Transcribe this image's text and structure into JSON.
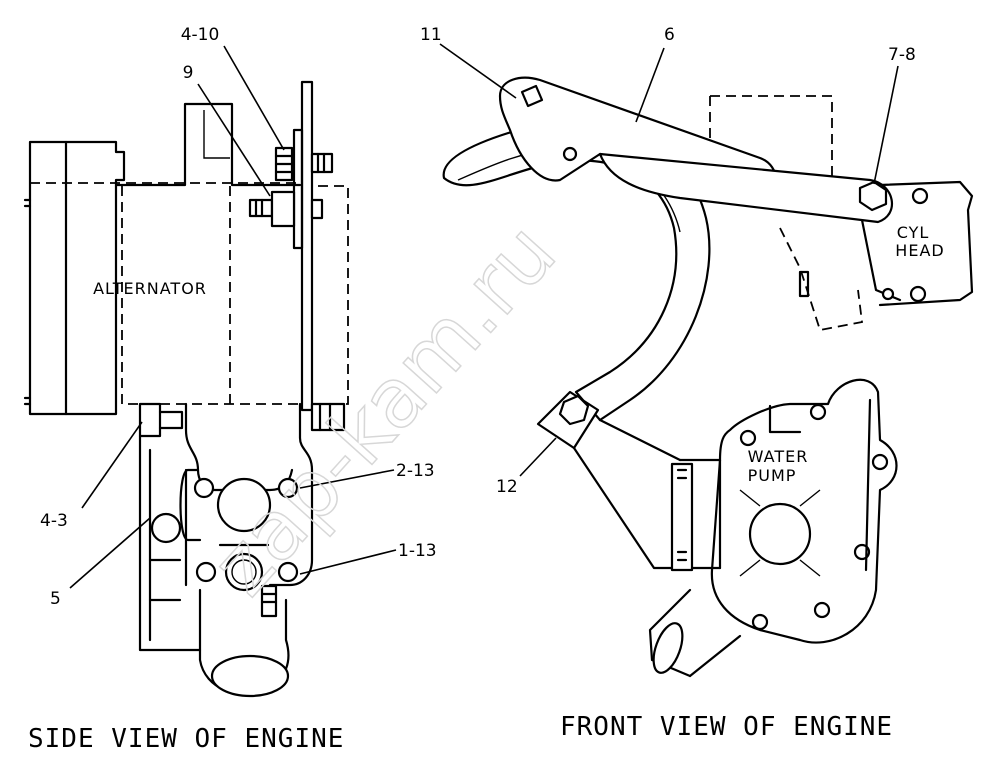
{
  "watermark": "zap-kam.ru",
  "side_view": {
    "caption": "SIDE VIEW OF ENGINE",
    "alternator_label": "ALTERNATOR"
  },
  "front_view": {
    "caption": "FRONT VIEW OF ENGINE",
    "cyl_head_label_line1": "CYL",
    "cyl_head_label_line2": "HEAD",
    "water_pump_label_line1": "WATER",
    "water_pump_label_line2": "PUMP"
  },
  "callouts": {
    "c_4_10": "4-10",
    "c_9": "9",
    "c_2_13": "2-13",
    "c_1_13": "1-13",
    "c_4_3": "4-3",
    "c_5": "5",
    "c_11": "11",
    "c_6": "6",
    "c_7_8": "7-8",
    "c_12": "12"
  }
}
